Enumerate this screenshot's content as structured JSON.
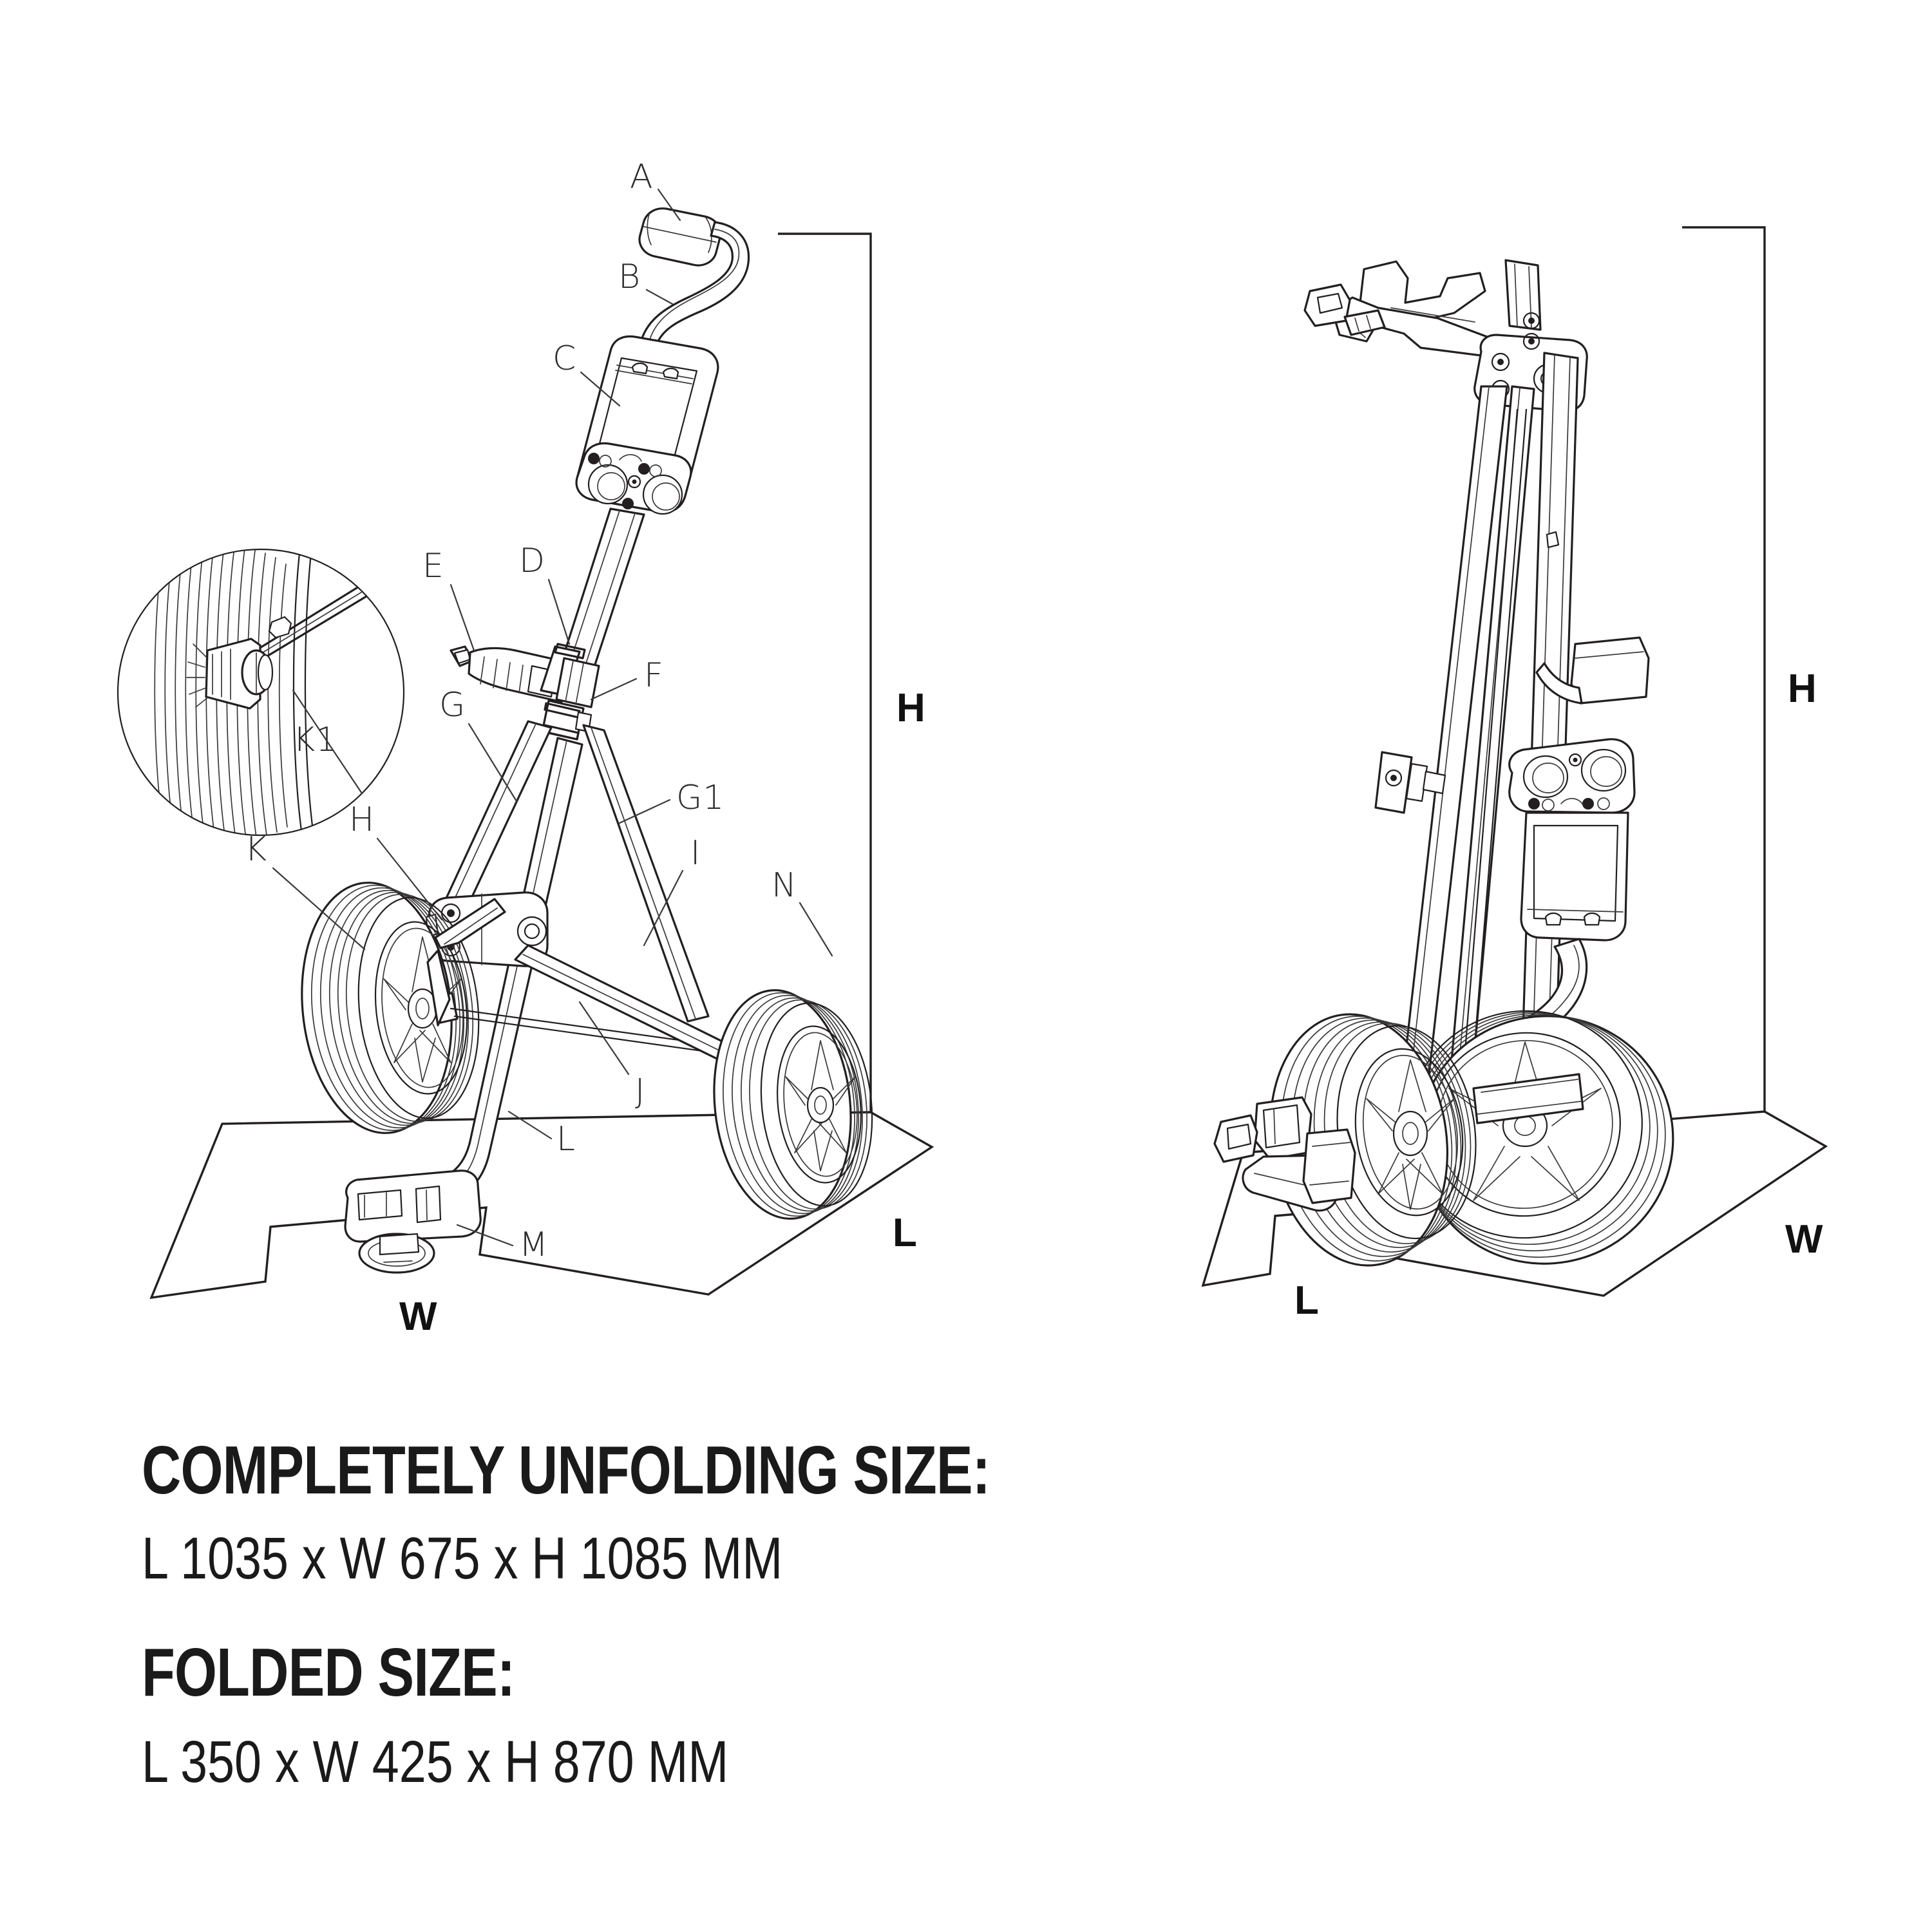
{
  "document": {
    "type": "exploded-parts-technical-drawing",
    "subject": "Folding golf push trolley",
    "views": [
      {
        "id": "unfolded",
        "name": "Completely unfolded view"
      },
      {
        "id": "folded",
        "name": "Folded view"
      }
    ]
  },
  "detail_callout": {
    "label": "K1",
    "description": "Enlarged detail circle of wheel axle clamp"
  },
  "part_labels_unfolded": [
    {
      "id": "A",
      "label": "A"
    },
    {
      "id": "B",
      "label": "B"
    },
    {
      "id": "C",
      "label": "C"
    },
    {
      "id": "D",
      "label": "D"
    },
    {
      "id": "E",
      "label": "E"
    },
    {
      "id": "F",
      "label": "F"
    },
    {
      "id": "G",
      "label": "G"
    },
    {
      "id": "G1",
      "label": "G1"
    },
    {
      "id": "H",
      "label": "H"
    },
    {
      "id": "I",
      "label": "I"
    },
    {
      "id": "J",
      "label": "J"
    },
    {
      "id": "K",
      "label": "K"
    },
    {
      "id": "L",
      "label": "L"
    },
    {
      "id": "M",
      "label": "M"
    },
    {
      "id": "N",
      "label": "N"
    }
  ],
  "dimension_labels": {
    "unfolded": {
      "height": "H",
      "length": "L",
      "width": "W"
    },
    "folded": {
      "height": "H",
      "length": "L",
      "width": "W"
    }
  },
  "specs": {
    "unfolded_heading": "COMPLETELY UNFOLDING SIZE:",
    "unfolded_value": "L 1035 x W 675 x H 1085 MM",
    "folded_heading": "FOLDED SIZE:",
    "folded_value": "L 350 x W 425 x H 870 MM"
  },
  "colors": {
    "background": "#ffffff",
    "line": "#231f20",
    "text": "#1a1a1a"
  }
}
